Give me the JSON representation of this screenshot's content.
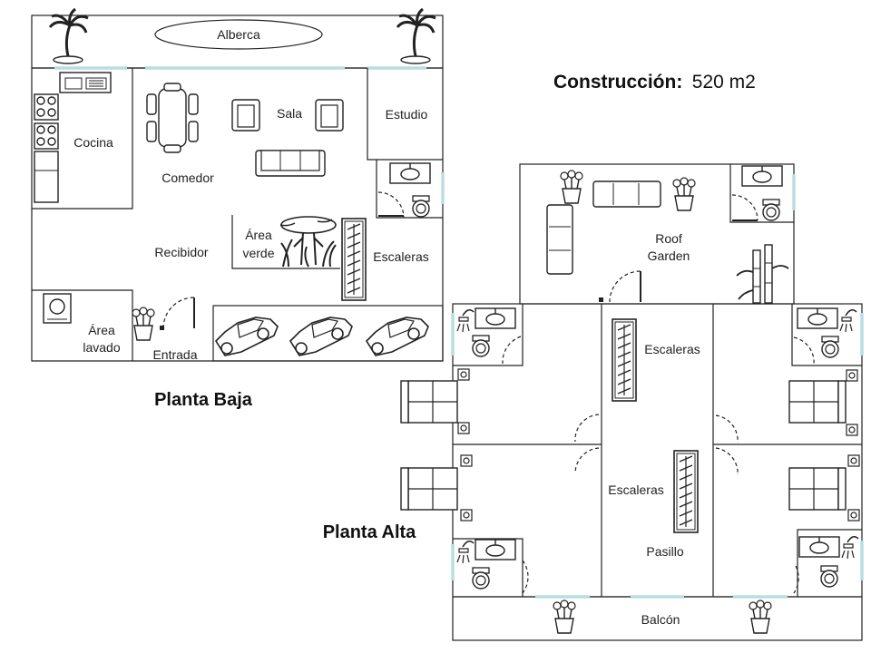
{
  "title": {
    "label": "Construcción:",
    "value": "520 m2"
  },
  "planta_baja": {
    "heading": "Planta Baja",
    "rooms": {
      "alberca": "Alberca",
      "cocina": "Cocina",
      "sala": "Sala",
      "estudio": "Estudio",
      "comedor": "Comedor",
      "recibidor": "Recibidor",
      "area_verde": [
        "Área",
        "verde"
      ],
      "escaleras": "Escaleras",
      "area_lavado": [
        "Área",
        "lavado"
      ],
      "entrada": "Entrada"
    }
  },
  "planta_alta": {
    "heading": "Planta Alta",
    "rooms": {
      "roof_garden": [
        "Roof",
        "Garden"
      ],
      "escaleras_1": "Escaleras",
      "escaleras_2": "Escaleras",
      "pasillo": "Pasillo",
      "balcon": "Balcón"
    }
  },
  "icons": [
    "palm-tree-icon",
    "sink-icon",
    "stove-icon",
    "fridge-icon",
    "dining-table-icon",
    "armchair-icon",
    "sofa-icon",
    "toilet-icon",
    "shower-icon",
    "bed-icon",
    "tree-icon",
    "plant-pot-icon",
    "flower-pot-icon",
    "bamboo-icon",
    "car-icon",
    "washing-machine-icon",
    "stairs-icon",
    "door-icon"
  ]
}
